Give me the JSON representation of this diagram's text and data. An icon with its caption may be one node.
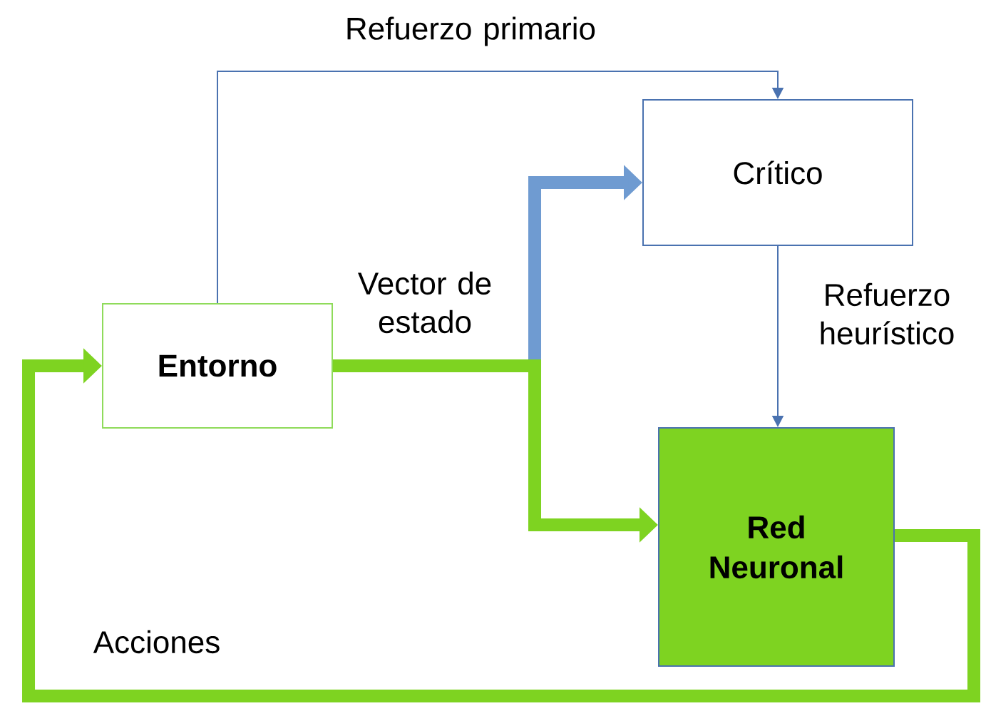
{
  "diagram": {
    "nodes": [
      {
        "text": [
          "Entorno"
        ]
      },
      {
        "text": [
          "Crítico"
        ]
      },
      {
        "text": [
          "Red Neuronal"
        ]
      }
    ],
    "edges": [
      {
        "from": 0,
        "to": 1,
        "arrow": "to",
        "label": "Refuerzo primario",
        "color": "#4a72b0"
      },
      {
        "from": 0,
        "to": 1,
        "arrow": "to",
        "color": "#6f9bd1"
      },
      {
        "from": 0,
        "to": 2,
        "arrow": "to",
        "color": "#7ed321",
        "label": "Vector de estado"
      },
      {
        "from": 1,
        "to": 2,
        "arrow": "to",
        "label": "Refuerzo heurístico",
        "color": "#4a72b0"
      },
      {
        "from": 2,
        "to": 0,
        "arrow": "to",
        "color": "#7ed321",
        "label": "Acciones"
      }
    ]
  }
}
